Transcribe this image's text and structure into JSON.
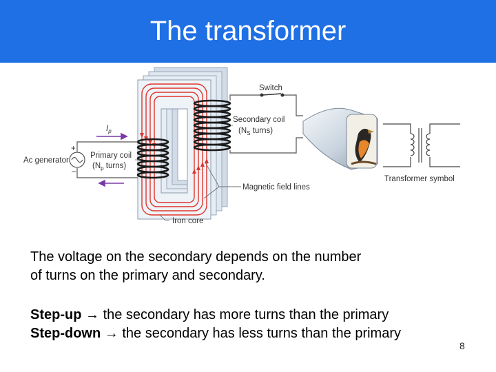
{
  "slide": {
    "title": "The transformer",
    "page_number": "8"
  },
  "figure": {
    "labels": {
      "switch": "Switch",
      "secondary_coil_1": "Secondary coil",
      "secondary_coil_2": "(N",
      "secondary_coil_sub": "S",
      "secondary_coil_3": " turns)",
      "primary_current": "I",
      "primary_current_sub": "p",
      "ac_generator": "Ac generator",
      "primary_coil_1": "Primary coil",
      "primary_coil_2": "(N",
      "primary_coil_sub": "p",
      "primary_coil_3": " turns)",
      "plus": "+",
      "minus": "–",
      "magnetic_field_lines": "Magnetic field lines",
      "iron_core": "Iron core",
      "transformer_symbol": "Transformer symbol"
    },
    "colors": {
      "core": "#dde6ef",
      "field_lines": "#e0342b",
      "wire": "#555555",
      "current_arrow": "#7a3aa6"
    }
  },
  "text": {
    "para_line1": "The voltage on the secondary depends on the number",
    "para_line2": "of turns on the primary and secondary.",
    "stepup_label": "Step-up",
    "stepup_text": "the secondary has more turns than the primary",
    "stepdown_label": "Step-down",
    "stepdown_text": "the secondary has less turns than the primary",
    "arrow": "→"
  }
}
